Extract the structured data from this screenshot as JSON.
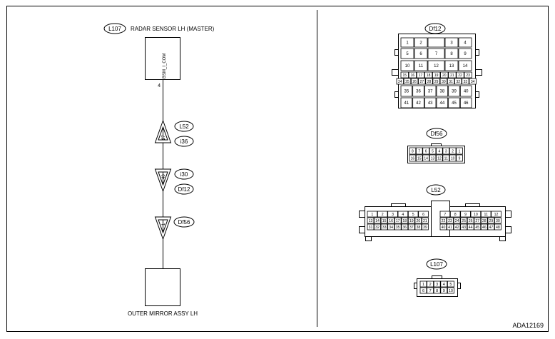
{
  "left_panel": {
    "sensor_connector": "L107",
    "sensor_title": "RADAR SENSOR LH (MASTER)",
    "sensor_pin_label": "BSM_I_COM",
    "sensor_pin": "4",
    "connectors": [
      {
        "top_label": "L52",
        "bottom_label": "i36",
        "pin": "27",
        "direction": "up"
      },
      {
        "top_label": "i30",
        "bottom_label": "Df12",
        "pin": "40",
        "direction": "down"
      },
      {
        "top_label": "Df56",
        "bottom_label": "",
        "pin": "1",
        "direction": "down"
      }
    ],
    "load_title": "OUTER MIRROR ASSY LH"
  },
  "right_panel": {
    "df12": {
      "label": "Df12",
      "rows": [
        [
          "1",
          "2",
          "",
          "3",
          "4"
        ],
        [
          "5",
          "6",
          "7",
          "8",
          "9"
        ],
        [
          "10",
          "11",
          "12",
          "13",
          "14"
        ],
        [
          "15",
          "16",
          "17",
          "18",
          "19",
          "20",
          "21",
          "22",
          "23"
        ],
        [
          "24",
          "25",
          "26",
          "27",
          "28",
          "29",
          "30",
          "31",
          "32",
          "33",
          "34"
        ],
        [
          "35",
          "36",
          "37",
          "38",
          "39",
          "40"
        ],
        [
          "41",
          "42",
          "43",
          "44",
          "45",
          "46"
        ]
      ]
    },
    "df56": {
      "label": "Df56",
      "rows": [
        [
          "8",
          "7",
          "6",
          "5",
          "4",
          "3",
          "2",
          "1"
        ],
        [
          "16",
          "15",
          "14",
          "13",
          "12",
          "11",
          "10",
          "9"
        ]
      ]
    },
    "l52": {
      "label": "L52",
      "left_rows": [
        [
          "1",
          "2",
          "3",
          "4",
          "5",
          "6"
        ],
        [
          "13",
          "14",
          "15",
          "16",
          "17",
          "18",
          "19",
          "20",
          "21"
        ],
        [
          "31",
          "32",
          "33",
          "34",
          "35",
          "36",
          "37",
          "38",
          "39"
        ]
      ],
      "right_rows": [
        [
          "7",
          "8",
          "9",
          "10",
          "11",
          "12"
        ],
        [
          "22",
          "23",
          "24",
          "25",
          "26",
          "27",
          "28",
          "29",
          "30"
        ],
        [
          "40",
          "41",
          "42",
          "43",
          "44",
          "45",
          "46",
          "47",
          "48"
        ]
      ]
    },
    "l107": {
      "label": "L107",
      "rows": [
        [
          "1",
          "2",
          "3",
          "4",
          "5"
        ],
        [
          "6",
          "7",
          "8",
          "9",
          "10"
        ]
      ]
    }
  },
  "figure_code": "ADA12169"
}
